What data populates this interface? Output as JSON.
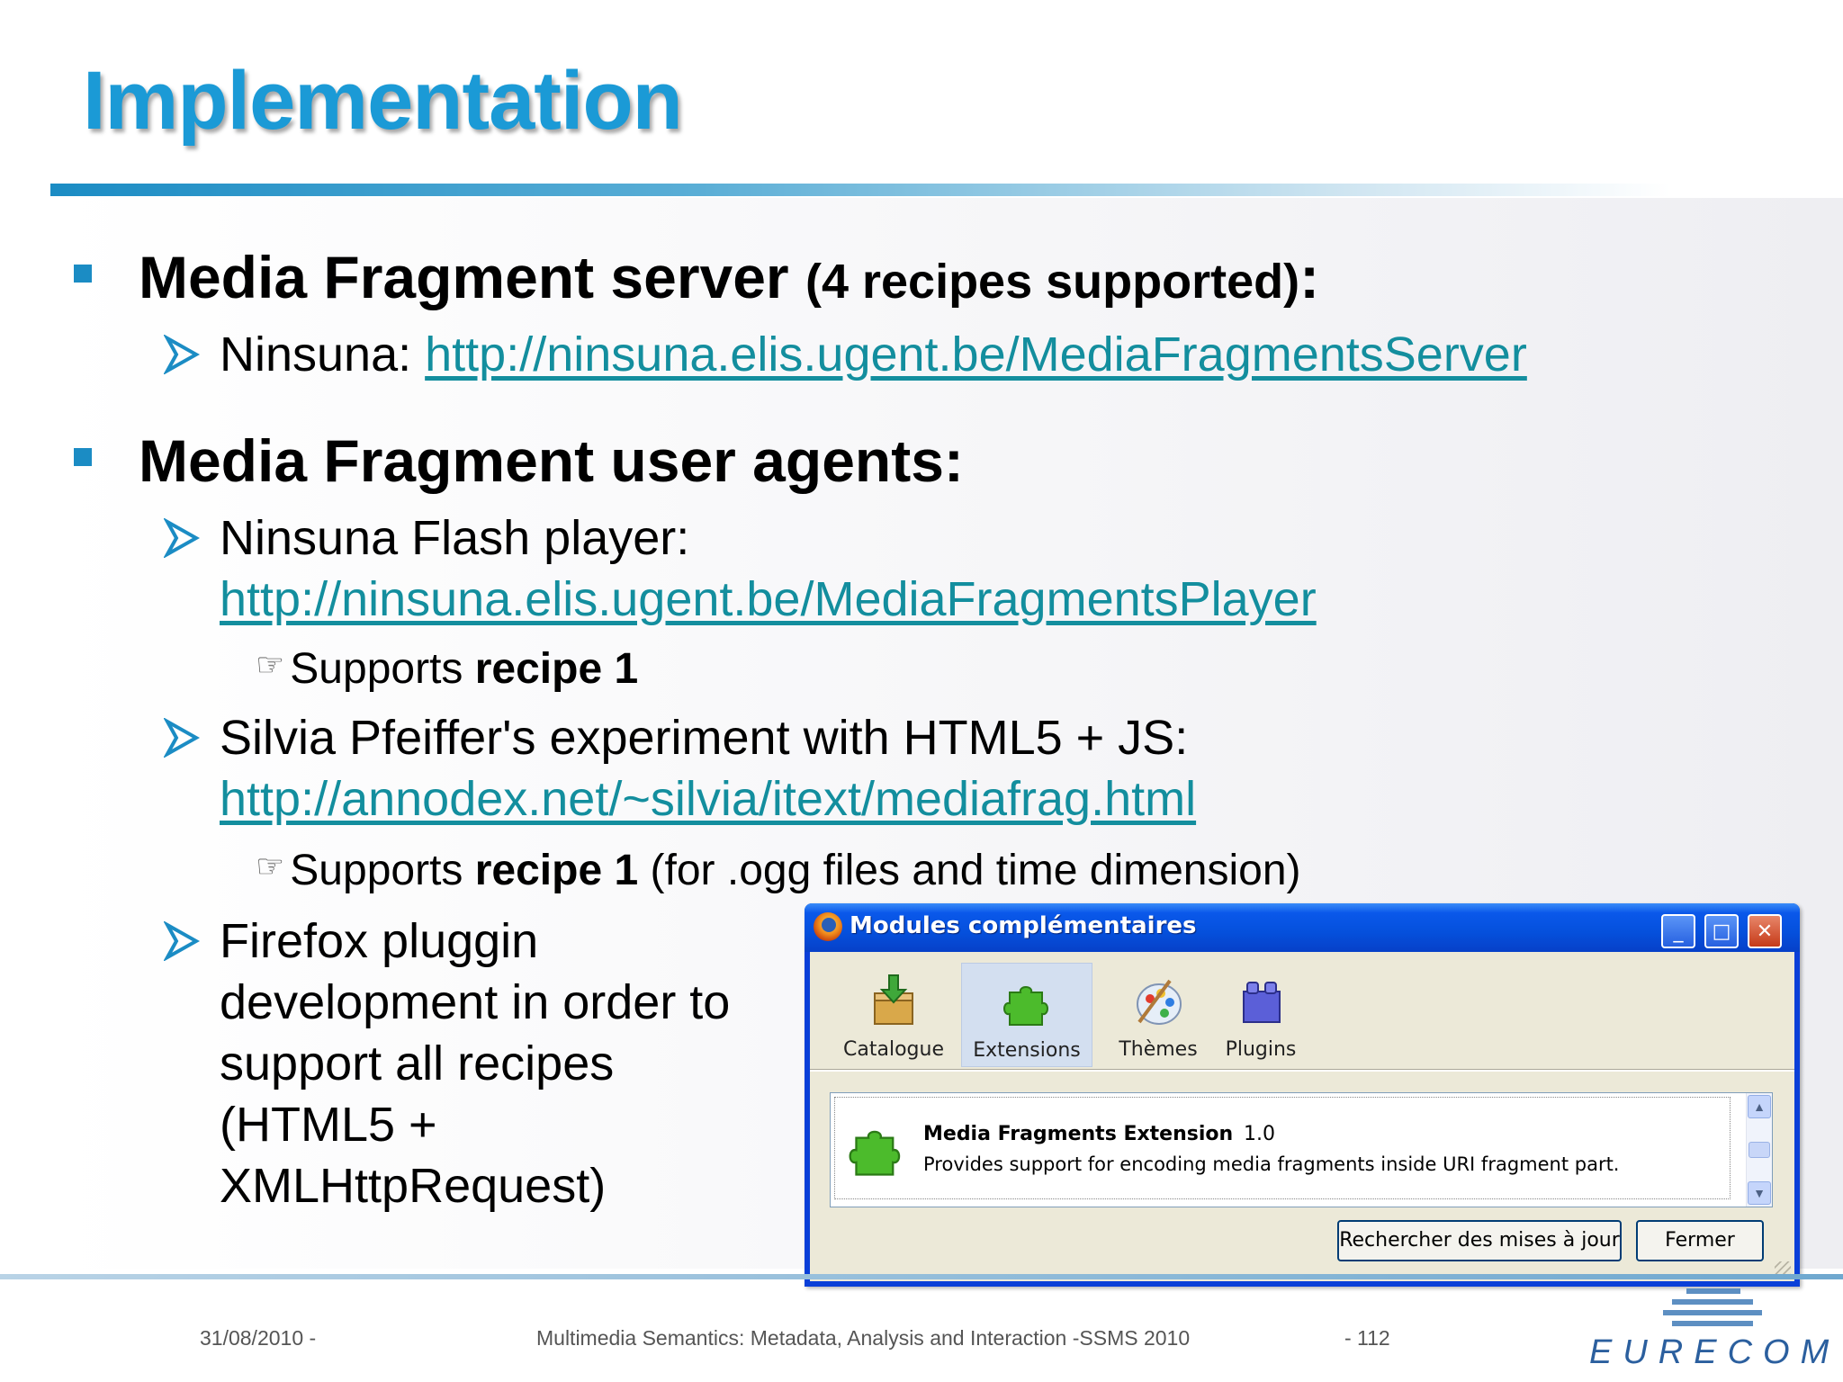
{
  "slide": {
    "title": "Implementation",
    "bullet1": {
      "heading": "Media Fragment server",
      "heading_small": "(4 recipes supported)",
      "heading_colon": ":",
      "sub1_label": "Ninsuna: ",
      "sub1_link": "http://ninsuna.elis.ugent.be/MediaFragmentsServer"
    },
    "bullet2": {
      "heading": "Media Fragment user agents:",
      "sub1_label": "Ninsuna Flash player:",
      "sub1_link": "http://ninsuna.elis.ugent.be/MediaFragmentsPlayer",
      "sub1_note_prefix": "Supports ",
      "sub1_note_bold": "recipe 1",
      "sub2_label": "Silvia Pfeiffer's experiment with HTML5 + JS:",
      "sub2_link": "http://annodex.net/~silvia/itext/mediafrag.html",
      "sub2_note_prefix": "Supports ",
      "sub2_note_bold": "recipe 1",
      "sub2_note_suffix": " (for .ogg files and time dimension)",
      "sub3_lines": [
        "Firefox pluggin",
        "development in order to",
        "support all recipes",
        "(HTML5 +",
        "XMLHttpRequest)"
      ]
    }
  },
  "dialog": {
    "title": "Modules complémentaires",
    "toolbar": [
      "Catalogue",
      "Extensions",
      "Thèmes",
      "Plugins"
    ],
    "selected_tab": "Extensions",
    "extension": {
      "name": "Media Fragments Extension",
      "version": "1.0",
      "description": "Provides support for encoding media fragments inside URI fragment part."
    },
    "buttons": {
      "update": "Rechercher des mises à jour",
      "close": "Fermer"
    }
  },
  "footer": {
    "date": "31/08/2010 -",
    "course": "Multimedia Semantics: Metadata, Analysis and Interaction -SSMS 2010",
    "page": "- 112",
    "logo": "EURECOM"
  },
  "colors": {
    "accent": "#1b9ad6",
    "link": "#138e9e",
    "bullet": "#1b8cc4"
  }
}
